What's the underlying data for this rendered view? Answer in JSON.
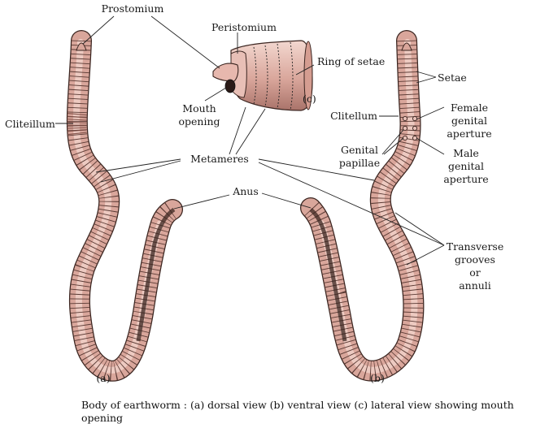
{
  "labels": {
    "prostomium": "Prostomium",
    "peristomium": "Peristomium",
    "ring_of_setae": "Ring of setae",
    "view_c": "(c)",
    "mouth_opening": [
      "Mouth",
      "opening"
    ],
    "clitellum_a": "Cliteillum",
    "metameres": "Metameres",
    "anus": "Anus",
    "setae": "Setae",
    "clitellum_b": "Clitellum",
    "female_genital_aperture": [
      "Female",
      "genital",
      "aperture"
    ],
    "genital_papillae": [
      "Genital",
      "papillae"
    ],
    "male_genital_aperture": [
      "Male",
      "genital",
      "aperture"
    ],
    "transverse_grooves": [
      "Transverse",
      "grooves",
      "or",
      "annuli"
    ],
    "view_a": "(a)",
    "view_b": "(b)"
  },
  "caption": "Body of earthworm : (a) dorsal view (b) ventral view (c) lateral view showing mouth opening",
  "colors": {
    "body_fill": "#d9a69b",
    "body_highlight": "#f1d3cb",
    "body_dark": "#b57d72",
    "segment_line": "#5a3a34",
    "outline": "#3b2520"
  }
}
